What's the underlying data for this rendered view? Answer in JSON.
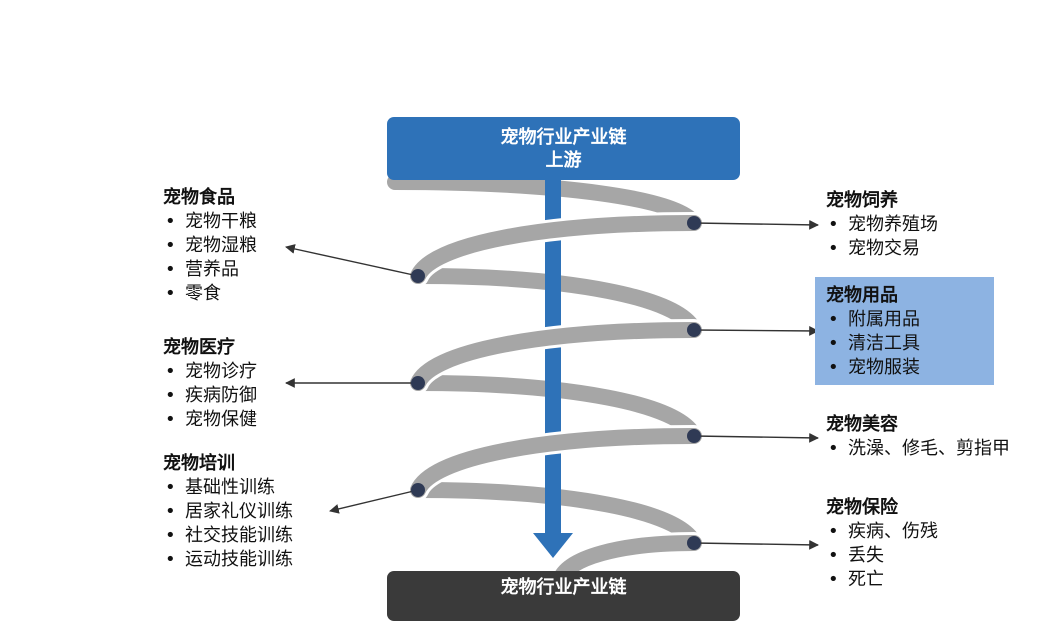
{
  "colors": {
    "top_box": "#2e72b8",
    "bottom_box": "#3a3a3a",
    "arrow": "#2e72b8",
    "spiral": "#a6a6a6",
    "node": "#2f3a55",
    "highlight": "#8db3e2",
    "connector": "#333333"
  },
  "top_box": {
    "line1": "宠物行业产业链",
    "line2": "上游"
  },
  "bottom_box": {
    "line1": "宠物行业产业链"
  },
  "left_groups": [
    {
      "title": "宠物食品",
      "items": [
        "宠物干粮",
        "宠物湿粮",
        "营养品",
        "零食"
      ]
    },
    {
      "title": "宠物医疗",
      "items": [
        "宠物诊疗",
        "疾病防御",
        "宠物保健"
      ]
    },
    {
      "title": "宠物培训",
      "items": [
        "基础性训练",
        "居家礼仪训练",
        "社交技能训练",
        "运动技能训练"
      ]
    }
  ],
  "right_groups": [
    {
      "title": "宠物饲养",
      "items": [
        "宠物养殖场",
        "宠物交易"
      ],
      "highlighted": false
    },
    {
      "title": "宠物用品",
      "items": [
        "附属用品",
        "清洁工具",
        "宠物服装"
      ],
      "highlighted": true
    },
    {
      "title": "宠物美容",
      "items": [
        "洗澡、修毛、剪指甲"
      ],
      "highlighted": false
    },
    {
      "title": "宠物保险",
      "items": [
        "疾病、伤残",
        "丢失",
        "死亡"
      ],
      "highlighted": false
    }
  ]
}
